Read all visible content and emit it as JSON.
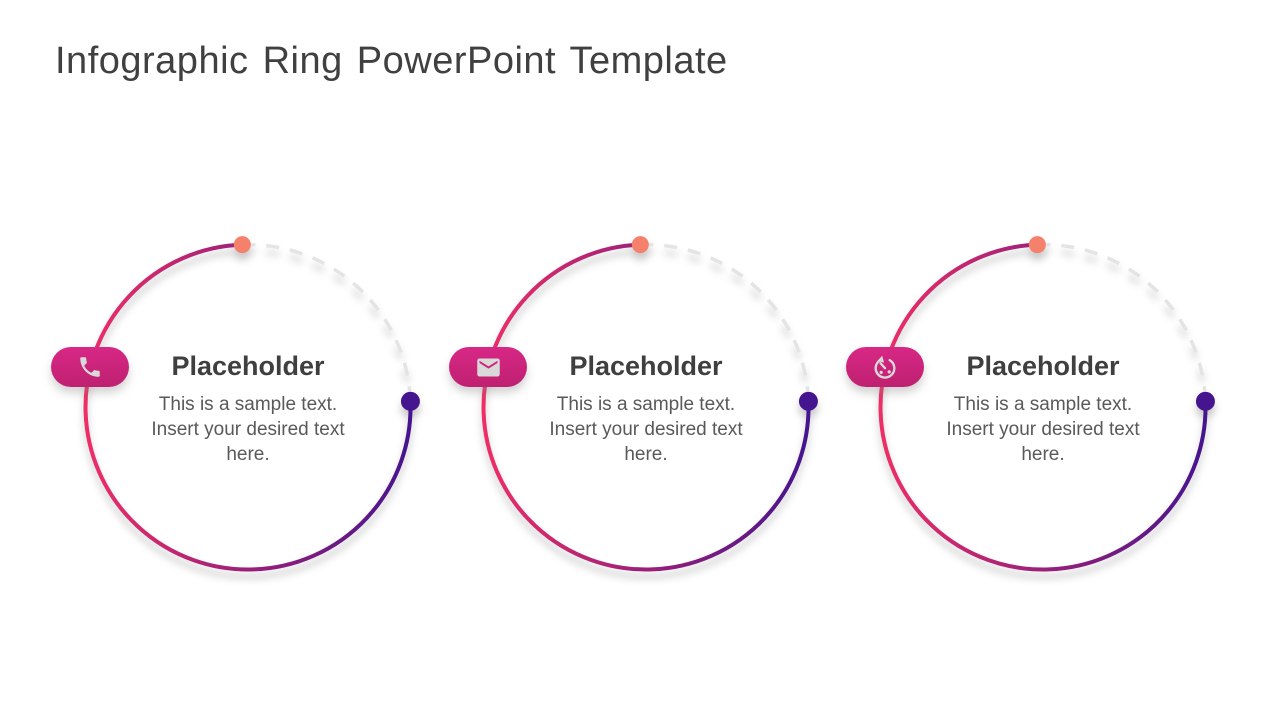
{
  "slide": {
    "title": "Infographic Ring PowerPoint Template",
    "background": "#FFFFFF"
  },
  "colors": {
    "title_text": "#404040",
    "heading_text": "#3F3F3F",
    "body_text": "#595959",
    "ring_gradient_start": "#EE2E66",
    "ring_gradient_mid": "#9A2079",
    "ring_gradient_end": "#45148F",
    "dashed_arc": "#E4E4E7",
    "start_dot": "#F5806B",
    "end_dot": "#45148F",
    "badge_gradient_top": "#D82886",
    "badge_gradient_bottom": "#BE2070",
    "icon": "#D9D9D9"
  },
  "rings": [
    {
      "icon": "phone-icon",
      "heading": "Placeholder",
      "body_lines": [
        "This is a sample text.",
        "Insert your desired text",
        "here."
      ]
    },
    {
      "icon": "mail-icon",
      "heading": "Placeholder",
      "body_lines": [
        "This is a sample text.",
        "Insert your desired text",
        "here."
      ]
    },
    {
      "icon": "timer-icon",
      "heading": "Placeholder",
      "body_lines": [
        "This is a sample text.",
        "Insert your desired text",
        "here."
      ]
    }
  ]
}
